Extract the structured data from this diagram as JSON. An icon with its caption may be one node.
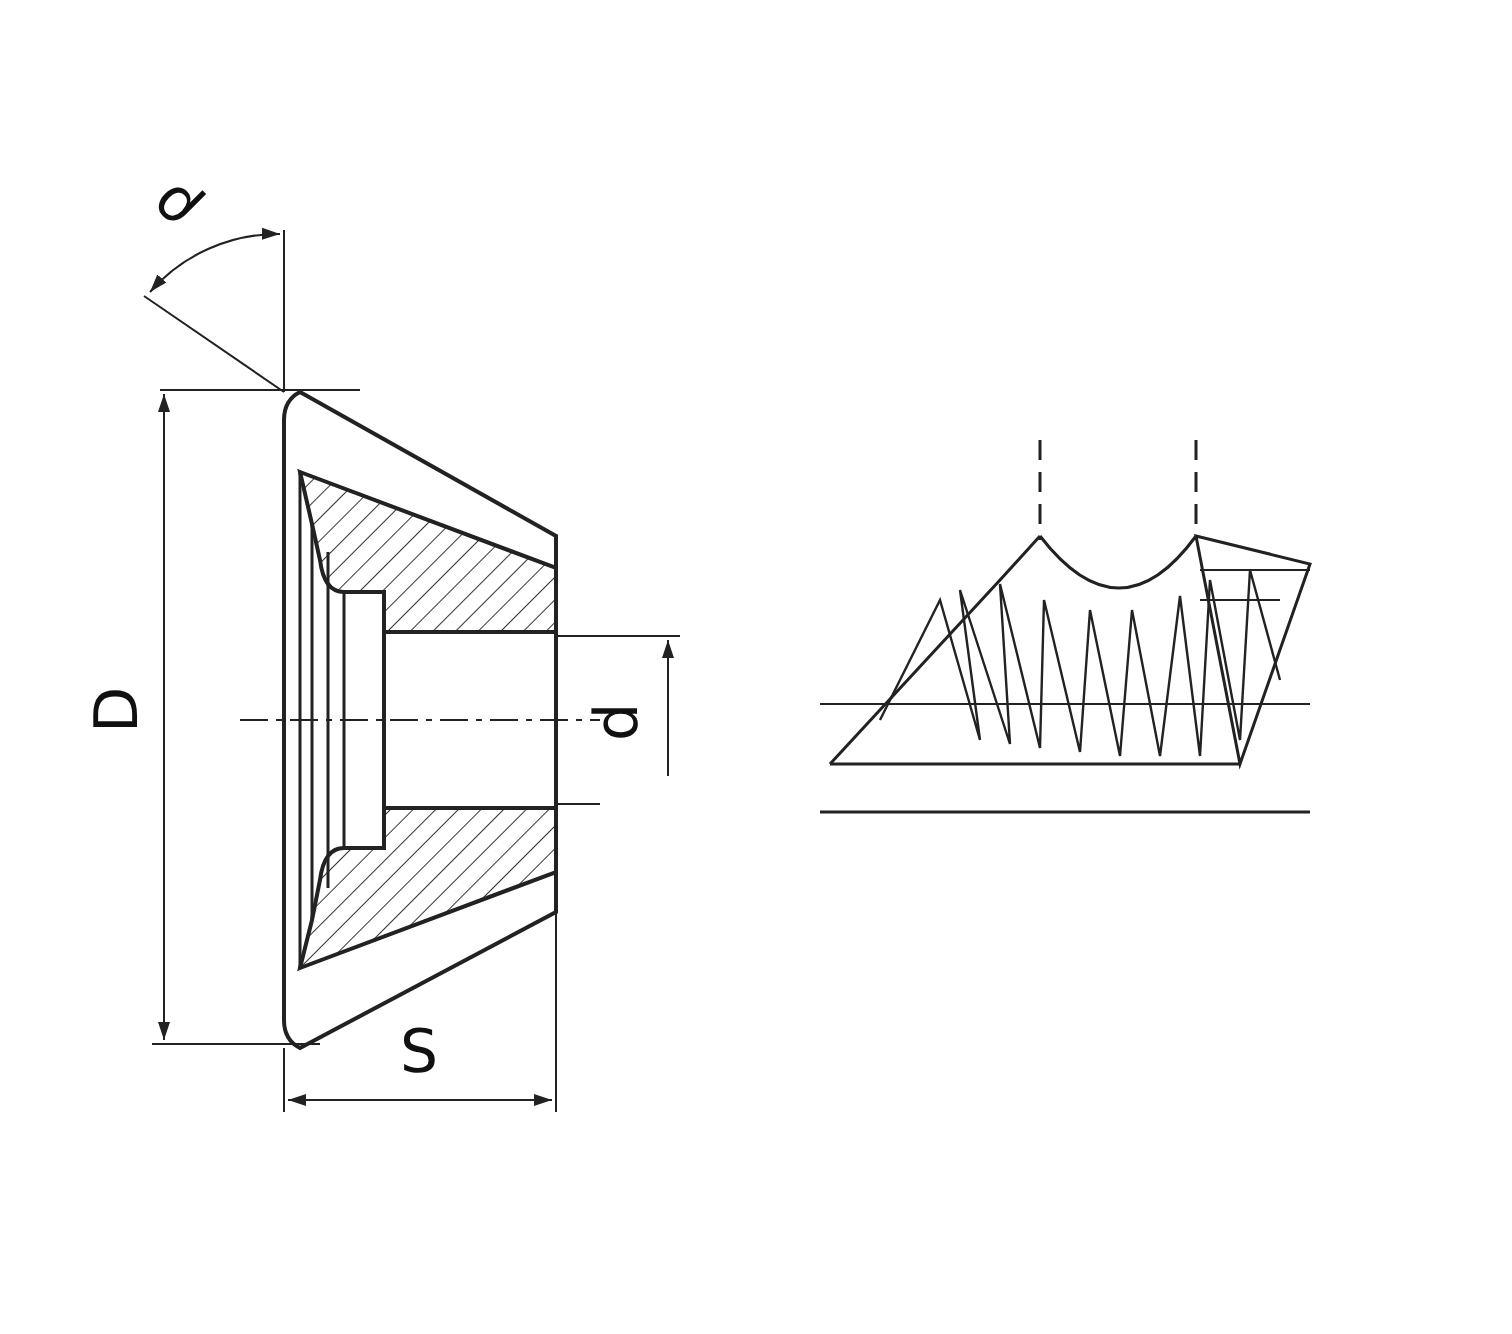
{
  "diagram": {
    "labels": [
      "ρ",
      "D",
      "d",
      "S"
    ]
  }
}
